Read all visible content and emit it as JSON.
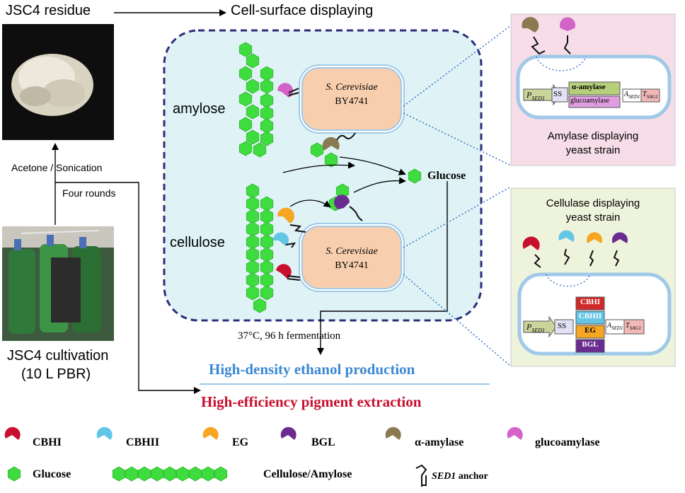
{
  "flow": {
    "residue_label": "JSC4 residue",
    "display_label": "Cell-surface displaying",
    "pretreat_label": "Acetone / Sonication",
    "rounds_label": "Four rounds",
    "cultivation_label_1": "JSC4 cultivation",
    "cultivation_label_2": "(10 L PBR)",
    "ferm_label": "37°C, 96 h   fermentation"
  },
  "process": {
    "amylose_label": "amylose",
    "cellulose_label": "cellulose",
    "glucose_label": "Glucose",
    "cell_top": {
      "species": "S. Cerevisiae",
      "strain": "BY4741"
    },
    "cell_bottom": {
      "species": "S. Cerevisiae",
      "strain": "BY4741"
    }
  },
  "outcomes": {
    "ethanol": "High-density ethanol production",
    "pigment": "High-efficiency pigment extraction",
    "ethanol_color": "#3b87d4",
    "pigment_color": "#c8102e"
  },
  "amylase_panel": {
    "bg_color": "#f6dde8",
    "caption_1": "Amylase displaying",
    "caption_2": "yeast strain",
    "promoter": "P",
    "promoter_sub": "SED1",
    "ss": "SS",
    "gene_1": "α-amylase",
    "gene_2": "glucoamylase",
    "anchor": "A",
    "anchor_sub": "SED1",
    "terminator": "T",
    "terminator_sub": "SAG1"
  },
  "cellulase_panel": {
    "bg_color": "#eef3dc",
    "caption_1": "Cellulase displaying",
    "caption_2": "yeast strain",
    "promoter": "P",
    "promoter_sub": "SED1",
    "ss": "SS",
    "genes": [
      "CBHI",
      "CBHII",
      "EG",
      "BGL"
    ],
    "anchor": "A",
    "anchor_sub": "SED1",
    "terminator": "T",
    "terminator_sub": "SAG1"
  },
  "legend": {
    "items": [
      {
        "label": "CBHI",
        "color": "#c8102e"
      },
      {
        "label": "CBHII",
        "color": "#63c6e6"
      },
      {
        "label": "EG",
        "color": "#f6a623"
      },
      {
        "label": "BGL",
        "color": "#6a2c91"
      },
      {
        "label": "α-amylase",
        "color": "#8a7a52"
      },
      {
        "label": "glucoamylase",
        "color": "#d463c8"
      }
    ],
    "glucose": "Glucose",
    "chain": "Cellulose/Amylose",
    "anchor_name": "SED1",
    "anchor_word": "anchor"
  },
  "colors": {
    "hexagon": "#3fdc3f",
    "cell_fill": "#f8cfae",
    "process_fill": "#dff3f6",
    "process_border": "#2d2d7a"
  }
}
